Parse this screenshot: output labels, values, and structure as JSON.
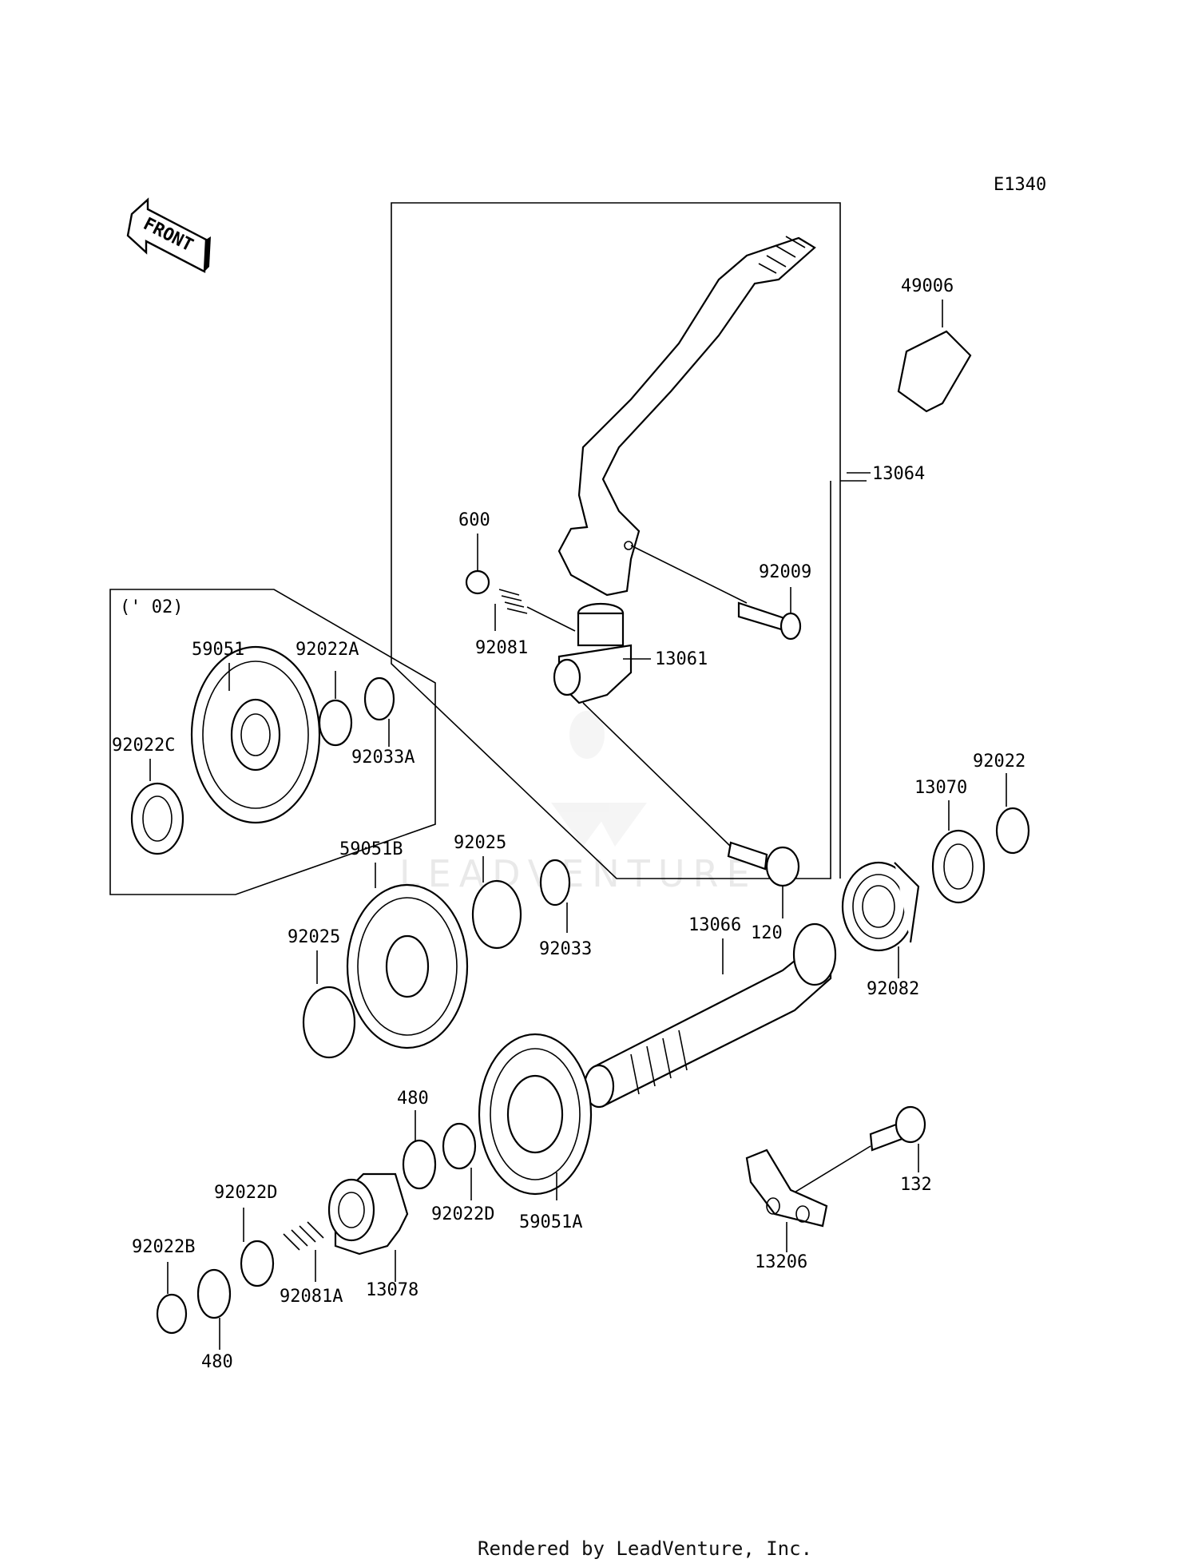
{
  "diagram_code": "E1340",
  "front_label": "FRONT",
  "watermark": "LEADVENTURE",
  "inset_label": "(' 02)",
  "footer": "Rendered by LeadVenture, Inc.",
  "parts": {
    "p49006": "49006",
    "p13064": "13064",
    "p600": "600",
    "p92009": "92009",
    "p92081": "92081",
    "p13061": "13061",
    "p120": "120",
    "p59051": "59051",
    "p92022A": "92022A",
    "p92022C": "92022C",
    "p92033A": "92033A",
    "p92022": "92022",
    "p13070": "13070",
    "p59051B": "59051B",
    "p92025_top": "92025",
    "p92025_left": "92025",
    "p92033": "92033",
    "p13066": "13066",
    "p92082": "92082",
    "p480_top": "480",
    "p132": "132",
    "p92022D_right": "92022D",
    "p59051A": "59051A",
    "p92022D_left": "92022D",
    "p92022B": "92022B",
    "p92081A": "92081A",
    "p13078": "13078",
    "p13206": "13206",
    "p480_bottom": "480"
  }
}
